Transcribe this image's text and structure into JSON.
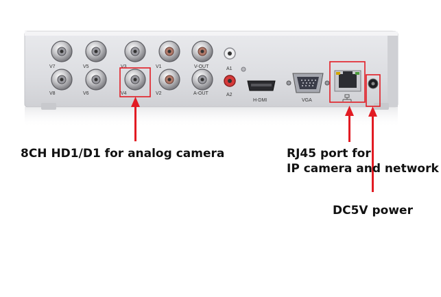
{
  "device": {
    "ports": {
      "bnc_top": [
        {
          "id": "v7",
          "label": "V7"
        },
        {
          "id": "v5",
          "label": "V5"
        },
        {
          "id": "v3",
          "label": "V3"
        },
        {
          "id": "v1",
          "label": "V1"
        },
        {
          "id": "vout",
          "label": "V-OUT"
        }
      ],
      "bnc_bottom": [
        {
          "id": "v8",
          "label": "V8"
        },
        {
          "id": "v6",
          "label": "V6"
        },
        {
          "id": "v4",
          "label": "V4"
        },
        {
          "id": "v2",
          "label": "V2"
        },
        {
          "id": "aout",
          "label": "A-OUT"
        }
      ],
      "rca_top": {
        "id": "a1",
        "label": "A1"
      },
      "rca_bottom": {
        "id": "a2",
        "label": "A2"
      },
      "hdmi": {
        "label": "H-DMI"
      },
      "vga": {
        "label": "VGA"
      }
    }
  },
  "callouts": {
    "analog": "8CH HD1/D1 for analog camera",
    "rj45_line1": "RJ45 port for",
    "rj45_line2": "IP camera and network",
    "dc": "DC5V power"
  },
  "colors": {
    "accent": "#e21b23",
    "chassis": "#ececee",
    "panel": "#dcdde0"
  }
}
